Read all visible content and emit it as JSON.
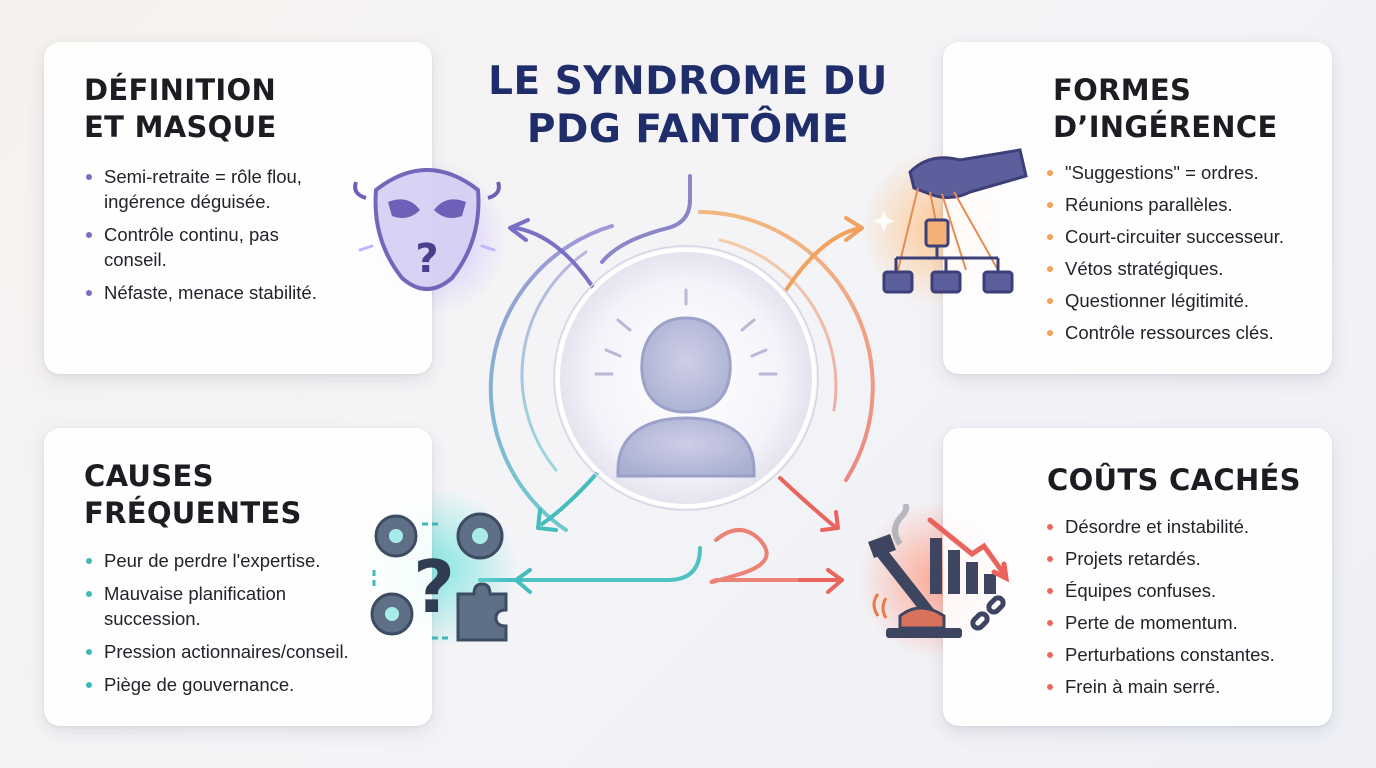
{
  "title": "LE SYNDROME DU PDG FANTÔME",
  "sections": {
    "definition": {
      "title": "DÉFINITION ET MASQUE",
      "items": [
        "Semi-retraite = rôle flou, ingérence déguisée.",
        "Contrôle continu, pas conseil.",
        "Néfaste, menace stabilité."
      ]
    },
    "formes": {
      "title": "FORMES D’INGÉRENCE",
      "items": [
        "\"Suggestions\" = ordres.",
        "Réunions parallèles.",
        "Court-circuiter successeur.",
        "Vétos stratégiques.",
        "Questionner légitimité.",
        "Contrôle ressources clés."
      ]
    },
    "causes": {
      "title": "CAUSES FRÉQUENTES",
      "items": [
        "Peur de perdre l'expertise.",
        "Mauvaise planification succession.",
        "Pression actionnaires/conseil.",
        "Piège de gouvernance."
      ]
    },
    "couts": {
      "title": "COÛTS CACHÉS",
      "items": [
        "Désordre et instabilité.",
        "Projets retardés.",
        "Équipes confuses.",
        "Perte de momentum.",
        "Perturbations constantes.",
        "Frein à main serré."
      ]
    }
  },
  "icons": {
    "definition": "mask-question-icon",
    "formes": "puppet-hand-org-chart-icon",
    "causes": "gears-question-puzzle-icon",
    "couts": "handbrake-declining-chart-icon",
    "center": "ghost-person-icon"
  },
  "colors": {
    "title": "#1f2d6b",
    "definition": "#7a6cc8",
    "formes": "#f0a25e",
    "causes": "#3fb8b8",
    "couts": "#e86a62"
  }
}
